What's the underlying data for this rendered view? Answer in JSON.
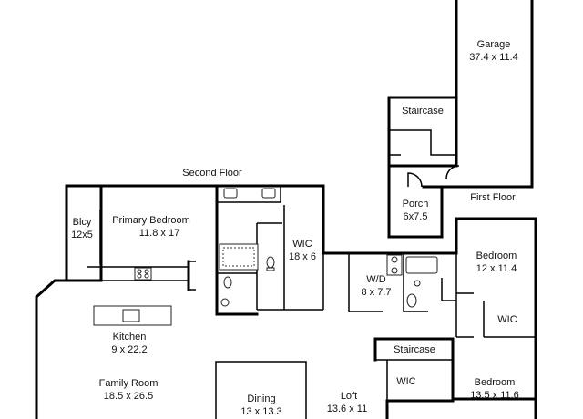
{
  "floor_labels": {
    "second_floor": "Second Floor",
    "first_floor": "First Floor"
  },
  "rooms": {
    "garage": {
      "name": "Garage",
      "dims": "37.4 x 11.4"
    },
    "staircase_upper": {
      "name": "Staircase"
    },
    "porch": {
      "name": "Porch",
      "dims": "6x7.5"
    },
    "balcony": {
      "name": "Blcy",
      "dims": "12x5"
    },
    "primary_bedroom": {
      "name": "Primary Bedroom",
      "dims": "11.8 x 17"
    },
    "primary_wic": {
      "name": "WIC",
      "dims": "18 x 6"
    },
    "bedroom_1": {
      "name": "Bedroom",
      "dims": "12 x 11.4"
    },
    "wd": {
      "name": "W/D",
      "dims": "8 x 7.7"
    },
    "wic_right": {
      "name": "WIC"
    },
    "kitchen": {
      "name": "Kitchen",
      "dims": "9 x 22.2"
    },
    "staircase_lower": {
      "name": "Staircase"
    },
    "family_room": {
      "name": "Family Room",
      "dims": "18.5 x 26.5"
    },
    "dining": {
      "name": "Dining",
      "dims": "13 x 13.3"
    },
    "loft": {
      "name": "Loft",
      "dims": "13.6 x 11"
    },
    "wic_loft": {
      "name": "WIC"
    },
    "bedroom_2": {
      "name": "Bedroom",
      "dims": "13.5 x 11.6"
    }
  }
}
